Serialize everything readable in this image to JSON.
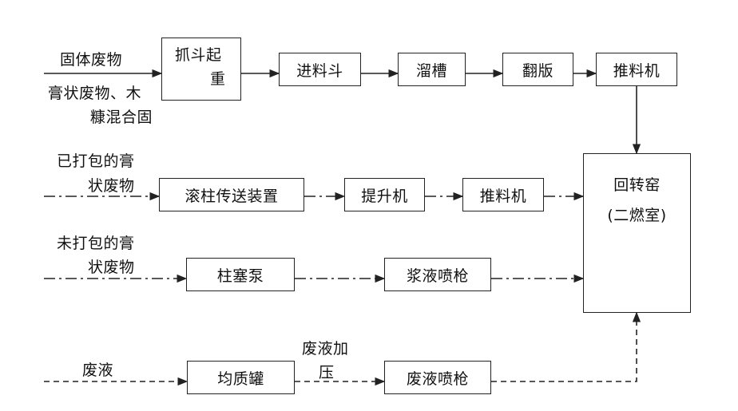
{
  "nodes": {
    "grab_bucket": [
      "抓斗起",
      "重"
    ],
    "feed_hopper": "进料斗",
    "chute": "溜槽",
    "flap": "翻版",
    "pusher_top": "推料机",
    "roller_conveyor": "滚柱传送装置",
    "elevator": "提升机",
    "pusher_mid": "推料机",
    "plunger_pump": "柱塞泵",
    "slurry_gun": "浆液喷枪",
    "homogenizer": "均质罐",
    "liquid_gun": "废液喷枪",
    "kiln": [
      "回转窑",
      "(二燃室)"
    ]
  },
  "inputs": {
    "solid_waste": "固体废物",
    "paste_mix": [
      "膏状废物、木",
      "糠混合固"
    ],
    "packed_paste": [
      "已打包的膏",
      "状废物"
    ],
    "unpacked_paste": [
      "未打包的膏",
      "状废物"
    ],
    "waste_liquid": "废液",
    "pressurize": [
      "废液加",
      "压"
    ]
  },
  "colors": {
    "line": "#222222",
    "box_border": "#222222",
    "text": "#111111"
  }
}
